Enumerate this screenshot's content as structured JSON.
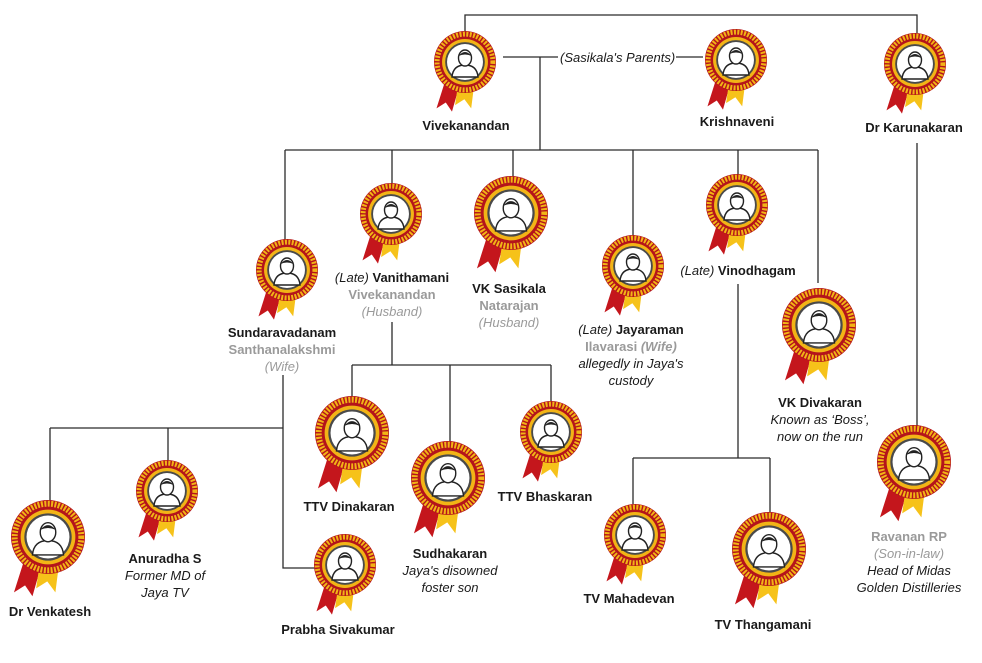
{
  "members": {
    "vivekanandan": {
      "name": "Vivekanandan"
    },
    "krishnaveni": {
      "name": "Krishnaveni"
    },
    "karunakaran": {
      "name": "Dr Karunakaran"
    },
    "sundaravadanam": {
      "name": "Sundaravadanam",
      "spouse": "Santhanalakshmi",
      "relation": "(Wife)"
    },
    "vanithamani": {
      "prefix": "(Late)",
      "name": "Vanithamani",
      "spouse": "Vivekanandan",
      "relation": "(Husband)"
    },
    "sasikala": {
      "name": "VK Sasikala",
      "spouse": "Natarajan",
      "relation": "(Husband)"
    },
    "jayaraman": {
      "prefix": "(Late)",
      "name": "Jayaraman",
      "spouse": "Ilavarasi",
      "relation": "(Wife)",
      "note": [
        "allegedly in Jaya's",
        "custody"
      ]
    },
    "vinodhagam": {
      "prefix": "(Late)",
      "name": "Vinodhagam"
    },
    "divakaran": {
      "name": "VK Divakaran",
      "note": [
        "Known as ‘Boss’,",
        "now on the run"
      ]
    },
    "ravanan": {
      "name": "Ravanan RP",
      "relation": "(Son-in-law)",
      "note": [
        "Head of Midas",
        "Golden Distilleries"
      ]
    },
    "dinakaran": {
      "name": "TTV Dinakaran"
    },
    "sudhakaran": {
      "name": "Sudhakaran",
      "note": [
        "Jaya's disowned",
        "foster son"
      ]
    },
    "bhaskaran": {
      "name": "TTV Bhaskaran"
    },
    "venkatesh": {
      "name": "Dr Venkatesh"
    },
    "anuradha": {
      "name": "Anuradha S",
      "note": [
        "Former MD of",
        "Jaya TV"
      ]
    },
    "prabha": {
      "name": "Prabha Sivakumar"
    },
    "mahadevan": {
      "name": "TV Mahadevan"
    },
    "thangamani": {
      "name": "TV Thangamani"
    }
  },
  "connector_label": "(Sasikala's Parents)",
  "colors": {
    "medal_red": "#b4141b",
    "medal_gold": "#f2b416",
    "medal_dark": "#4a4a4a",
    "ribbon_red": "#c4161c",
    "ribbon_gold": "#f6c21a",
    "line": "#2b2b2b"
  }
}
